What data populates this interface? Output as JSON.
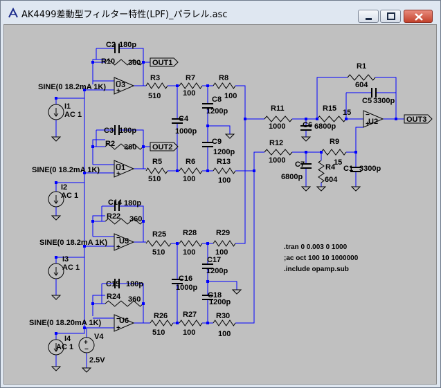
{
  "window": {
    "title": "AK4499差動型フィルター特性(LPF)_パラレル.asc",
    "controls": {
      "minimize": "–",
      "maximize": "□",
      "close": "✕"
    }
  },
  "schematic": {
    "labels": {
      "C2": "C2",
      "C2v": "180p",
      "R10": "R10",
      "R10v": "360",
      "OUT1": "OUT1",
      "R3": "R3",
      "R3v": "510",
      "R7": "R7",
      "R7v": "100",
      "R8": "R8",
      "R8v": "100",
      "C8": "C8",
      "C8v": "1200p",
      "C4": "C4",
      "C4v": "1000p",
      "C9": "C9",
      "C9v": "1200p",
      "U3": "U3",
      "SINE1": "SINE(0 18.2mA 1K)",
      "I1": "I1",
      "I1v": "AC 1",
      "C3": "C3",
      "C3v": "180p",
      "R2": "R2",
      "R2v": "360",
      "OUT2": "OUT2",
      "U1": "U1",
      "SINE2": "SINE(0 18.2mA 1K)",
      "R5": "R5",
      "R5v": "510",
      "R6": "R6",
      "R6v": "100",
      "R13": "R13",
      "R13v": "100",
      "I2": "I2",
      "I2v": "AC 1",
      "R1": "R1",
      "R1v": "604",
      "C5": "C5",
      "C5v": "3300p",
      "R11": "R11",
      "R11v": "1000",
      "R15": "R15",
      "R15v": "15",
      "C6": "C6",
      "C6v": "6800p",
      "U2": "U2",
      "OUT3": "OUT3",
      "R12": "R12",
      "R12v": "1000",
      "R9": "R9",
      "R9v": "15",
      "C7": "C7",
      "C7v": "6800p",
      "R4": "R4",
      "R4v": "604",
      "C1": "C1",
      "C1v": "3300p",
      "C14": "C14",
      "C14v": "180p",
      "R22": "R22",
      "R22v": "360",
      "U5": "U5",
      "SINE3": "SINE(0 18.2mA 1K)",
      "R25": "R25",
      "R25v": "510",
      "R28": "R28",
      "R28v": "100",
      "R29": "R29",
      "R29v": "100",
      "C17": "C17",
      "C17v": "1200p",
      "C16": "C16",
      "C16v": "1000p",
      "C18": "C18",
      "C18v": "1200p",
      "I3": "I3",
      "I3v": "AC 1",
      "C15": "C15",
      "C15v": "180p",
      "R24": "R24",
      "R24v": "360",
      "U6": "U6",
      "SINE4": "SINE(0 18.20mA 1K)",
      "R26": "R26",
      "R26v": "510",
      "R27": "R27",
      "R27v": "100",
      "R30": "R30",
      "R30v": "100",
      "I4": "I4",
      "I4v": "AC 1",
      "V4": "V4",
      "V4v": "2.5V"
    },
    "directives": [
      ".tran 0 0.003 0 1000",
      ";ac oct 100 10 1000000",
      ".include opamp.sub"
    ]
  },
  "colors": {
    "wire": "#0000ff",
    "component": "#000000",
    "canvas": "#c0c0c0",
    "node": "#0000ff"
  }
}
